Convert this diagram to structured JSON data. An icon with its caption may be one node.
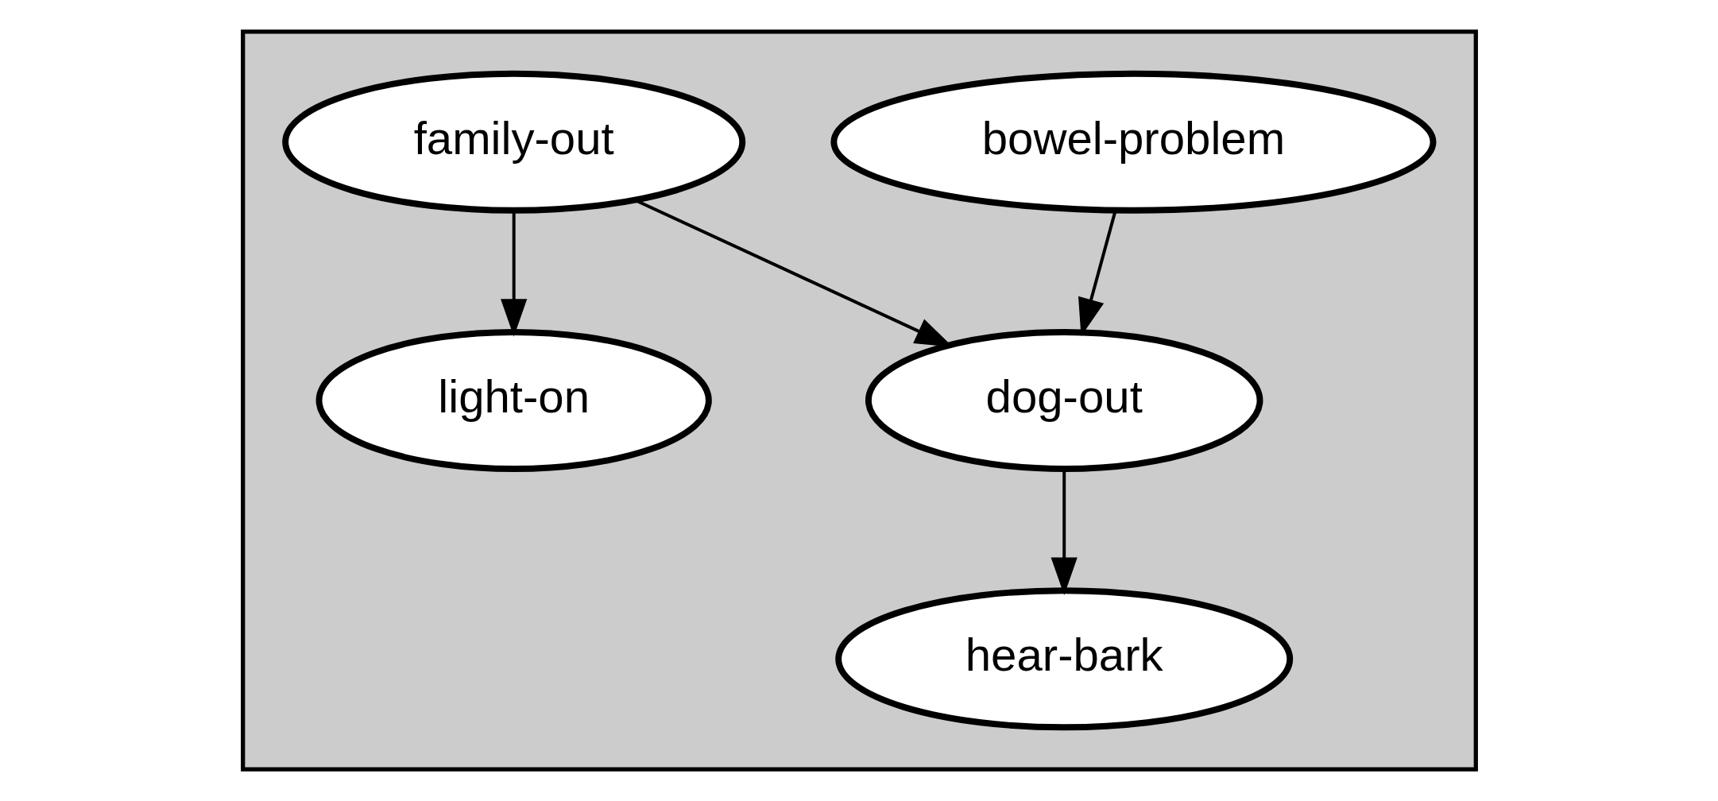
{
  "diagram": {
    "nodes": [
      {
        "text": [],
        "shape": "box"
      },
      {
        "text": [
          "family-out"
        ],
        "in": 0
      },
      {
        "text": [
          "bowel-problem"
        ],
        "in": 0
      },
      {
        "text": [
          "light-on"
        ],
        "in": 0
      },
      {
        "text": [
          "dog-out"
        ],
        "in": 0
      },
      {
        "text": [
          "hear-bark"
        ],
        "in": 0
      }
    ],
    "edges": [
      {
        "from": 1,
        "to": 3,
        "arrow": "to"
      },
      {
        "from": 1,
        "to": 4,
        "arrow": "to"
      },
      {
        "from": 2,
        "to": 4,
        "arrow": "to"
      },
      {
        "from": 4,
        "to": 5,
        "arrow": "to"
      }
    ]
  }
}
